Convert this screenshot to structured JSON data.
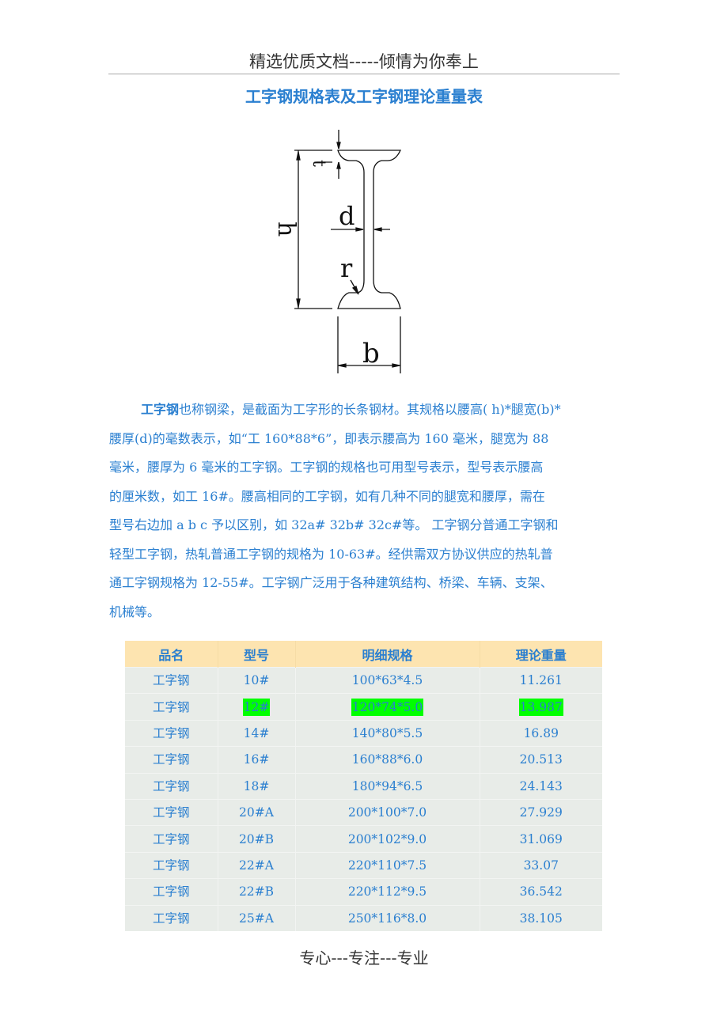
{
  "page_header": "精选优质文档-----倾情为你奉上",
  "title": "工字钢规格表及工字钢理论重量表",
  "diagram": {
    "labels": {
      "t": "t",
      "h": "h",
      "d": "d",
      "r": "r",
      "b": "b"
    },
    "colors": {
      "stroke": "#111111"
    }
  },
  "paragraph": {
    "keyword": "工字钢",
    "lines": [
      "也称钢梁，是截面为工字形的长条钢材。其规格以腰高( h)*腿宽(b)*",
      "腰厚(d)的毫数表示，如“工 160*88*6”，即表示腰高为 160 毫米，腿宽为 88",
      "毫米，腰厚为 6 毫米的工字钢。工字钢的规格也可用型号表示，型号表示腰高",
      "的厘米数，如工 16#。腰高相同的工字钢，如有几种不同的腿宽和腰厚，需在",
      "型号右边加 a  b  c  予以区别，如 32a#  32b#  32c#等。 工字钢分普通工字钢和",
      "轻型工字钢，热轧普通工字钢的规格为 10-63#。经供需双方协议供应的热轧普",
      "通工字钢规格为 12-55#。工字钢广泛用于各种建筑结构、桥梁、车辆、支架、",
      "机械等。"
    ]
  },
  "table": {
    "headers": [
      "品名",
      "型号",
      "明细规格",
      "理论重量"
    ],
    "rows": [
      {
        "name": "工字钢",
        "model": "10#",
        "spec": "100*63*4.5",
        "weight": "11.261",
        "highlight": false
      },
      {
        "name": "工字钢",
        "model": "12#",
        "spec": "120*74*5.0",
        "weight": "13.987",
        "highlight": true
      },
      {
        "name": "工字钢",
        "model": "14#",
        "spec": "140*80*5.5",
        "weight": "16.89",
        "highlight": false
      },
      {
        "name": "工字钢",
        "model": "16#",
        "spec": "160*88*6.0",
        "weight": "20.513",
        "highlight": false
      },
      {
        "name": "工字钢",
        "model": "18#",
        "spec": "180*94*6.5",
        "weight": "24.143",
        "highlight": false
      },
      {
        "name": "工字钢",
        "model": "20#A",
        "spec": "200*100*7.0",
        "weight": "27.929",
        "highlight": false
      },
      {
        "name": "工字钢",
        "model": "20#B",
        "spec": "200*102*9.0",
        "weight": "31.069",
        "highlight": false
      },
      {
        "name": "工字钢",
        "model": "22#A",
        "spec": "220*110*7.5",
        "weight": "33.07",
        "highlight": false
      },
      {
        "name": "工字钢",
        "model": "22#B",
        "spec": "220*112*9.5",
        "weight": "36.542",
        "highlight": false
      },
      {
        "name": "工字钢",
        "model": "25#A",
        "spec": "250*116*8.0",
        "weight": "38.105",
        "highlight": false
      }
    ],
    "colors": {
      "header_bg": "#fde4b0",
      "body_bg": "#e8ece8",
      "text": "#2a7fd0",
      "highlight": "#00ff00"
    }
  },
  "page_footer": "专心---专注---专业"
}
